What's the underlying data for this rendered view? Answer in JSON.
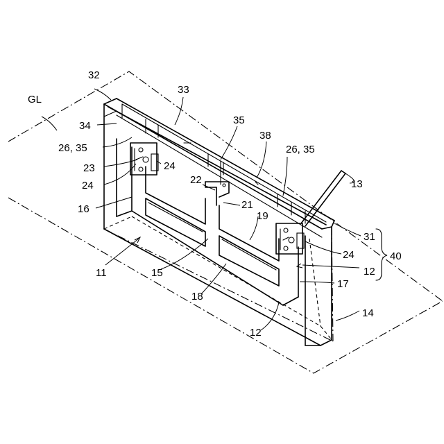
{
  "labels": {
    "gl": "GL",
    "n11": "11",
    "n12a": "12",
    "n12b": "12",
    "n13": "13",
    "n14": "14",
    "n15": "15",
    "n16": "16",
    "n17": "17",
    "n18": "18",
    "n19": "19",
    "n21": "21",
    "n22": "22",
    "n23": "23",
    "n24a": "24",
    "n24b": "24",
    "n24c": "24",
    "n26_35a": "26, 35",
    "n26_35b": "26, 35",
    "n31": "31",
    "n32": "32",
    "n33": "33",
    "n34": "34",
    "n35": "35",
    "n38": "38",
    "n40": "40"
  }
}
